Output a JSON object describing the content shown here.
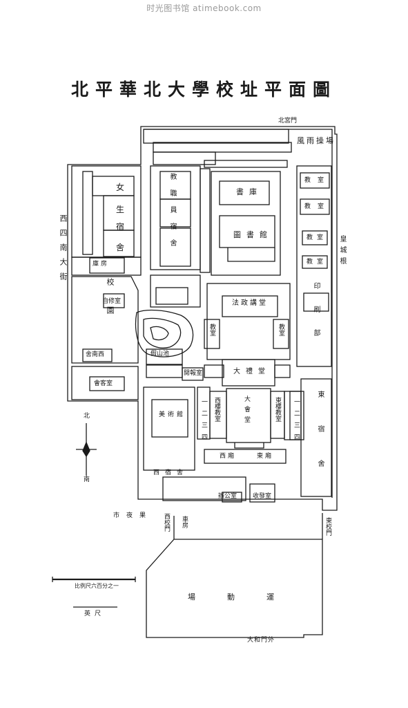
{
  "watermark": "时光图书馆 atimebook.com",
  "title": "北平華北大學校址平面圖",
  "labels": {
    "wind_rain_ground": "風雨操場",
    "north_top_small": "北宮門",
    "dorm_female": "女",
    "dorm_sheng": "生",
    "dorm_su": "宿",
    "dorm_she": "舍",
    "west_street": "西四南大街",
    "east_street": "皇城根",
    "school_garden": "校園",
    "storage": "庫房",
    "teachers_1": "教職員宿舍",
    "library": "圖書館",
    "lecture_room": "書庫",
    "law_hall": "法政講堂",
    "classroom_a": "教室",
    "classroom_b": "教室",
    "classroom_c": "教室",
    "classroom_d": "教室",
    "classroom_e": "教室",
    "classroom_f": "教室",
    "printing": "印刷部",
    "east_dorm": "東宿舍",
    "auditorium": "大禮堂",
    "great_hall": "大會堂",
    "west_classrooms": "西樓教室",
    "east_classrooms": "東樓教室",
    "art_room": "美術館",
    "west_rooms": "西宿舍",
    "one_two_three_four_w": "一二三四",
    "one_two_three_four_e": "一二三四",
    "rows_w": "西廂",
    "rows_e": "東廂",
    "entrance_w": "西校門",
    "entrance_e": "東校門",
    "garage": "車房",
    "market": "市夜果",
    "playground": "場動運",
    "rear_gate": "大和門外",
    "compass_n": "北",
    "compass_s": "南",
    "scale_text": "比例尺六百分之一",
    "scale_unit": "英尺",
    "dorm_room_w": "舍南西",
    "study_room": "自修室",
    "pond": "假山池",
    "reading_room": "閱報室",
    "office": "辦公室",
    "reception": "會客室",
    "ticket": "收發室"
  }
}
